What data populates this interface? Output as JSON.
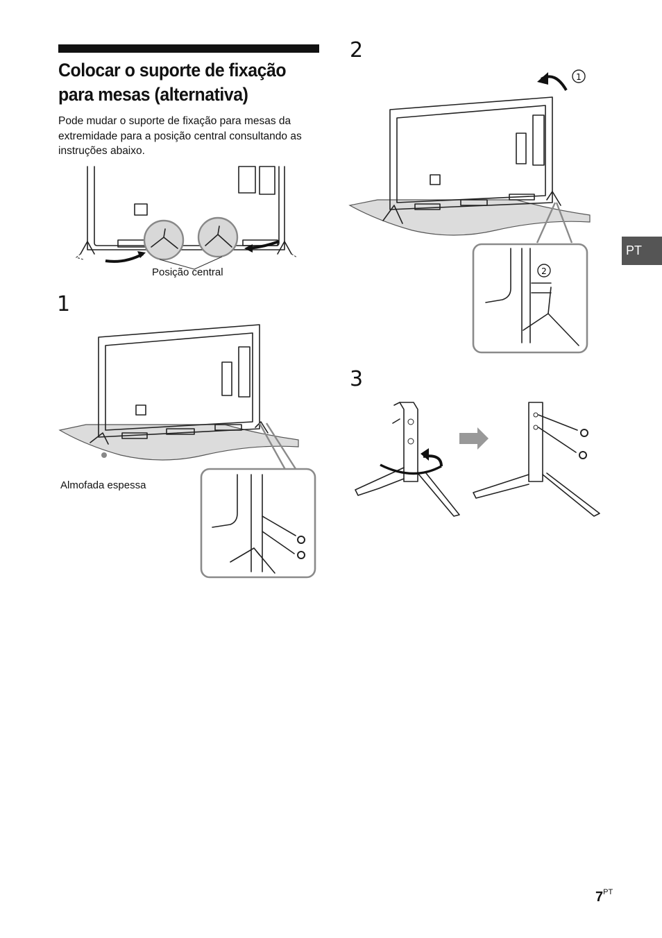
{
  "title_lines": [
    "Colocar o suporte de fixação",
    "para mesas (alternativa)"
  ],
  "intro": "Pode mudar o suporte de fixação para mesas da extremidade para a posição central consultando as instruções abaixo.",
  "labels": {
    "central_position": "Posição central",
    "thick_cushion": "Almofada espessa"
  },
  "steps": [
    "1",
    "2",
    "3"
  ],
  "callouts": [
    "1",
    "2"
  ],
  "language_tab": "PT",
  "page": {
    "number": "7",
    "suffix": "PT"
  },
  "colors": {
    "tab": "#555555",
    "callout_frame": "#8a8a8a",
    "cushion": "#dcdcdc",
    "arrow": "#999999"
  }
}
